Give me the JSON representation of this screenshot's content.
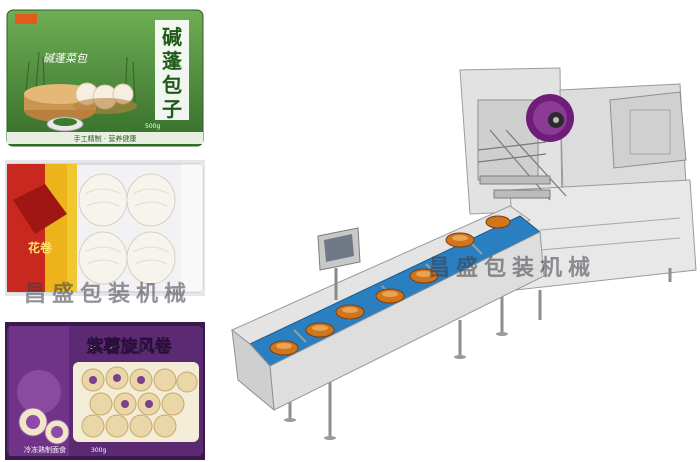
{
  "products": [
    {
      "brand_cn": "碱蓬包子",
      "script_label": "碱蓬菜包",
      "bottom_strip": "手工精制 · 营养健康",
      "weight": "500g"
    },
    {
      "label_cn": "花卷"
    },
    {
      "title_cn": "紫薯旋风卷",
      "bottom_text": "冷冻熟制面食",
      "weight": "300g"
    }
  ],
  "watermarks": {
    "left": "昌盛包装机械",
    "right": "昌盛包装机械"
  },
  "colors": {
    "pkg1_green": "#4b8a3a",
    "pkg2_red": "#c8281e",
    "pkg3_purple": "#5b2a73",
    "conveyor_blue": "#2a7fc0",
    "machine_steel": "#d8d8d8"
  }
}
